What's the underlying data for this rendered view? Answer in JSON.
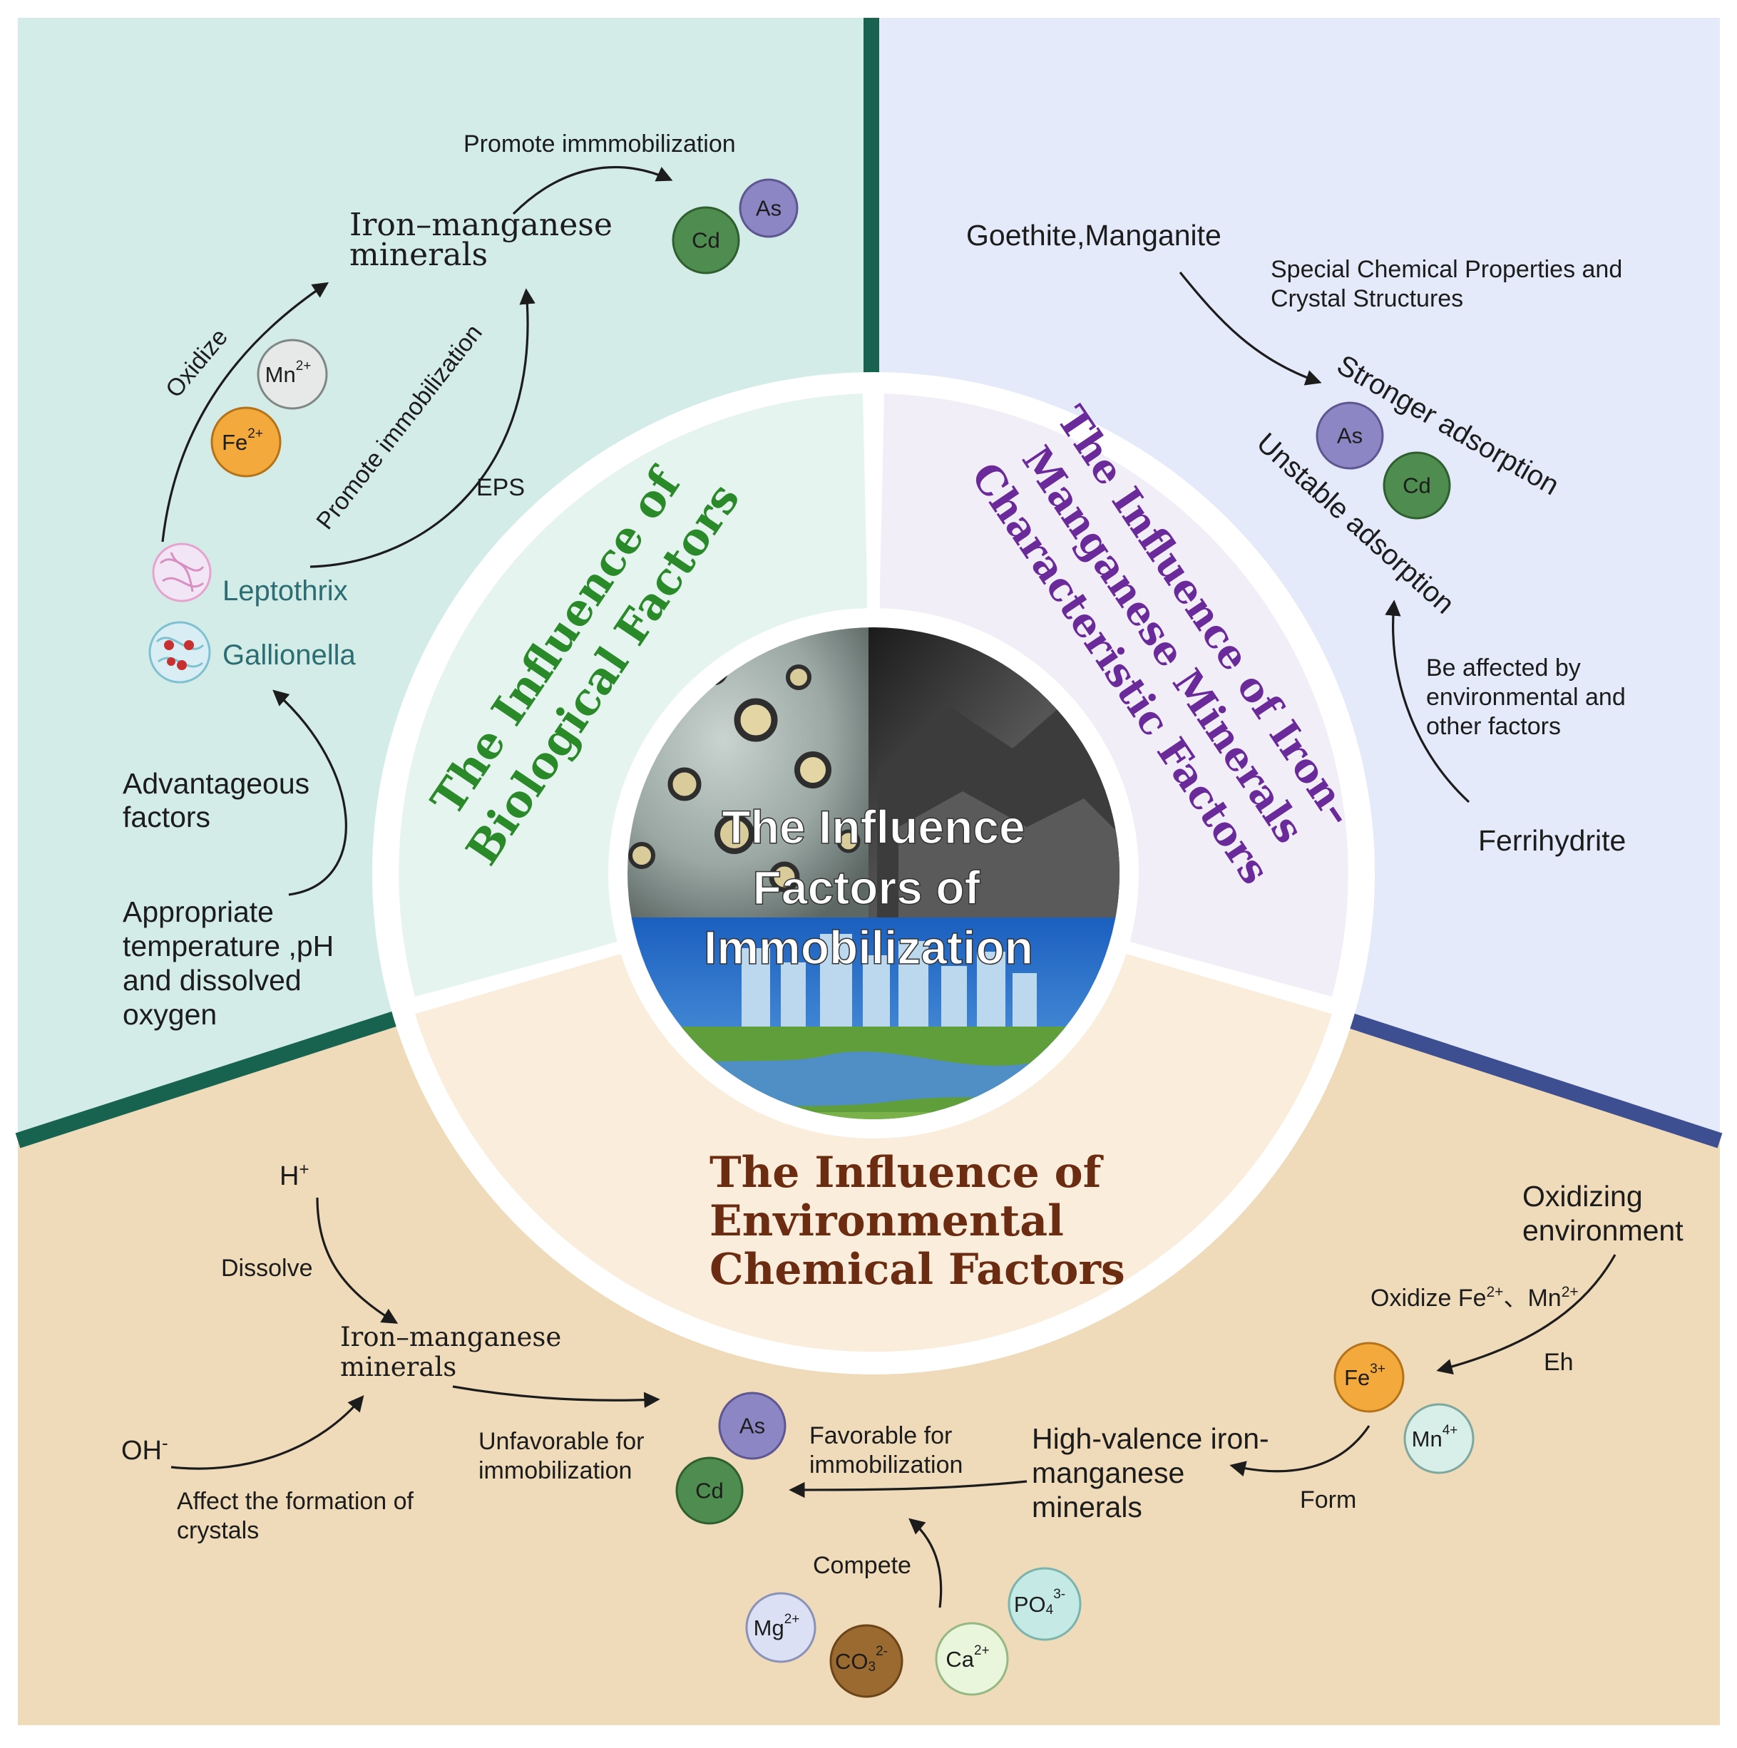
{
  "center": {
    "title_lines": [
      "The Influence",
      "Factors of",
      "Immobilization"
    ]
  },
  "sections": {
    "biological": {
      "title_lines": [
        "The Influence of",
        "Biological Factors"
      ],
      "color": "#2a8a2a"
    },
    "mineral": {
      "title_lines": [
        "The Influence of Iron–",
        "Manganese Minerals",
        "Characteristic Factors"
      ],
      "color": "#6a2a9a"
    },
    "environmental": {
      "title_lines": [
        "The Influence of",
        "Environmental",
        "Chemical Factors"
      ],
      "color": "#6b2c12"
    }
  },
  "biological_panel": {
    "promote_immobilization_top": "Promote immmobilization",
    "iron_manganese_lines": [
      "Iron–manganese",
      "minerals"
    ],
    "oxidize": "Oxidize",
    "promote_immobilization_curve": "Promote immobilization",
    "eps": "EPS",
    "leptothrix": "Leptothrix",
    "gallionella": "Gallionella",
    "advantageous_lines": [
      "Advantageous",
      "factors"
    ],
    "appropriate_lines": [
      "Appropriate",
      "temperature ,pH",
      "and dissolved",
      "oxygen"
    ]
  },
  "mineral_panel": {
    "goethite": "Goethite,Manganite",
    "special_lines": [
      "Special Chemical Properties and",
      "Crystal Structures"
    ],
    "stronger": "Stronger adsorption",
    "unstable": "Unstable adsorption",
    "affected_lines": [
      "Be affected by",
      "environmental and",
      "other factors"
    ],
    "ferrihydrite": "Ferrihydrite"
  },
  "env_panel": {
    "h_plus": "H",
    "h_plus_sup": "+",
    "dissolve": "Dissolve",
    "iron_manganese_lines": [
      "Iron–manganese",
      "minerals"
    ],
    "oh_minus": "OH",
    "oh_minus_sup": "-",
    "affect_lines": [
      "Affect the formation of",
      "crystals"
    ],
    "unfavorable_lines": [
      "Unfavorable for",
      "immobilization"
    ],
    "favorable_lines": [
      "Favorable for",
      "immobilization"
    ],
    "high_valence_lines": [
      "High-valence iron-",
      "manganese",
      "minerals"
    ],
    "oxidizing_lines": [
      "Oxidizing",
      "environment"
    ],
    "oxidize_fe": "Oxidize Fe",
    "oxidize_fe_sup": "2+",
    "oxidize_sep": "、Mn",
    "oxidize_mn_sup": "2+",
    "eh": "Eh",
    "form": "Form",
    "compete": "Compete"
  },
  "ions": {
    "as": "As",
    "cd": "Cd",
    "mn2": {
      "base": "Mn",
      "sup": "2+"
    },
    "fe2": {
      "base": "Fe",
      "sup": "2+"
    },
    "fe3": {
      "base": "Fe",
      "sup": "3+"
    },
    "mn4": {
      "base": "Mn",
      "sup": "4+"
    },
    "mg2": {
      "base": "Mg",
      "sup": "2+"
    },
    "co3": {
      "base": "CO",
      "sub": "3",
      "sup": "2-"
    },
    "ca2": {
      "base": "Ca",
      "sup": "2+"
    },
    "po4": {
      "base": "PO",
      "sub": "4",
      "sup": "3-"
    }
  },
  "colors": {
    "bio_bg": "#d4ece7",
    "mineral_bg": "#e5eafa",
    "env_bg": "#efdab9",
    "bio_inner": "#e6f4f0",
    "mineral_inner": "#f2eef8",
    "env_inner": "#fbeddc",
    "divider_bio": "#17634f",
    "divider_mineral": "#3d4f91",
    "as_fill": "#8d86c4",
    "cd_fill": "#4f8c4f",
    "fe_fill": "#f4a93d",
    "mn_fill": "#e6e9e8",
    "mn4_fill": "#d8eee8",
    "mg_fill": "#dbe0f5",
    "co3_fill": "#9b6a30",
    "ca_fill": "#eaf6dc",
    "po4_fill": "#c5e9e4"
  }
}
